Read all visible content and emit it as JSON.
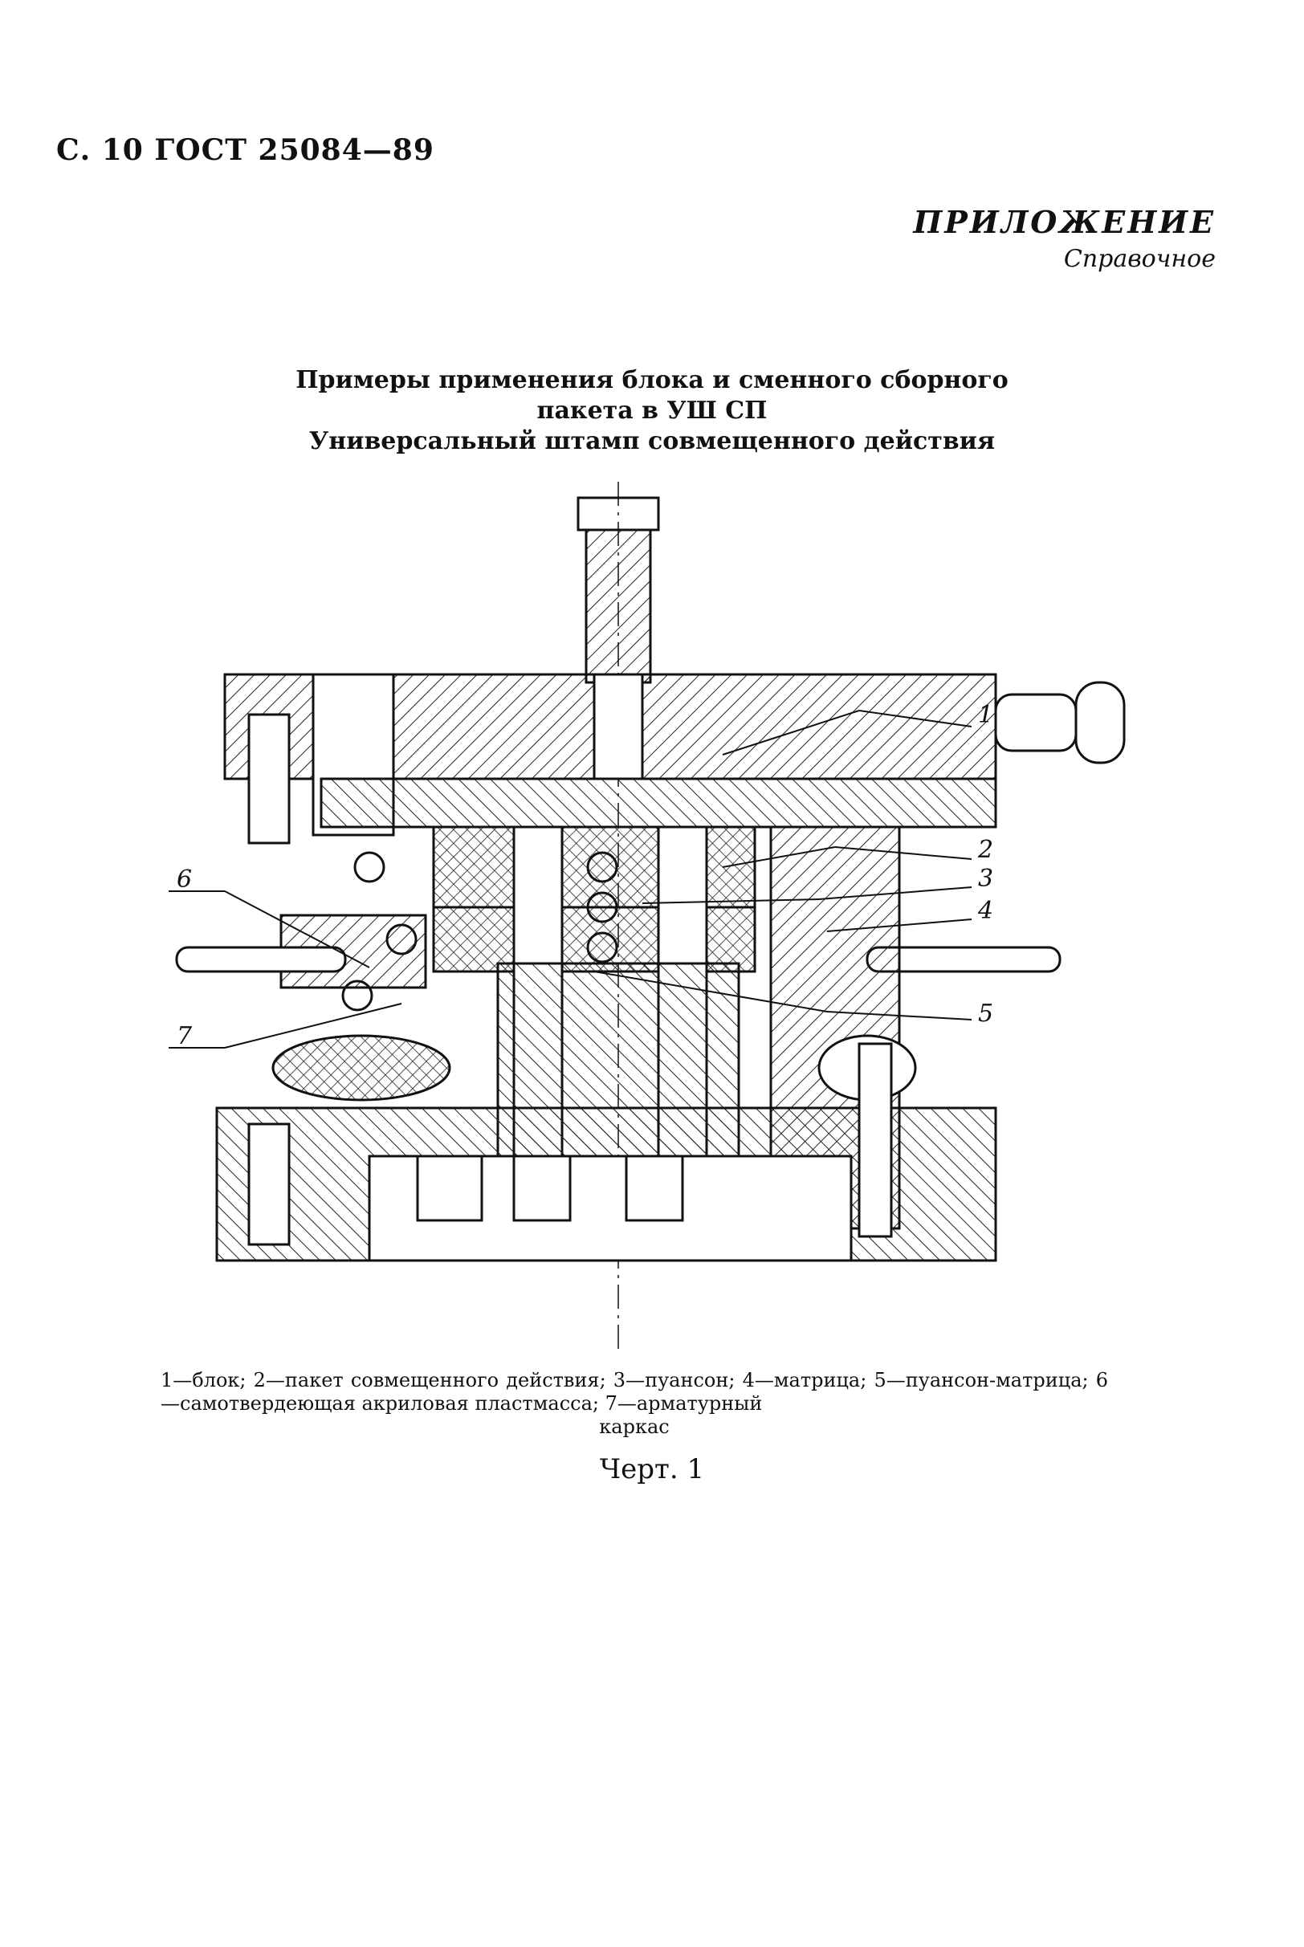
{
  "header": {
    "text": "С. 10 ГОСТ 25084—89"
  },
  "appendix": {
    "title": "ПРИЛОЖЕНИЕ",
    "subtitle": "Справочное"
  },
  "heading": {
    "line1": "Примеры применения блока и сменного сборного",
    "line2": "пакета в УШ СП",
    "line3": "Универсальный штамп совмещенного действия"
  },
  "drawing": {
    "labels": [
      "1",
      "2",
      "3",
      "4",
      "5",
      "6",
      "7"
    ]
  },
  "caption": {
    "text": "1—блок; 2—пакет совмещенного действия; 3—пуансон; 4—матрица; 5—пуансон-матрица; 6—самотвердеющая акриловая пластмасса; 7—арматурный",
    "last_line": "каркас"
  },
  "figure_label": "Черт. 1"
}
